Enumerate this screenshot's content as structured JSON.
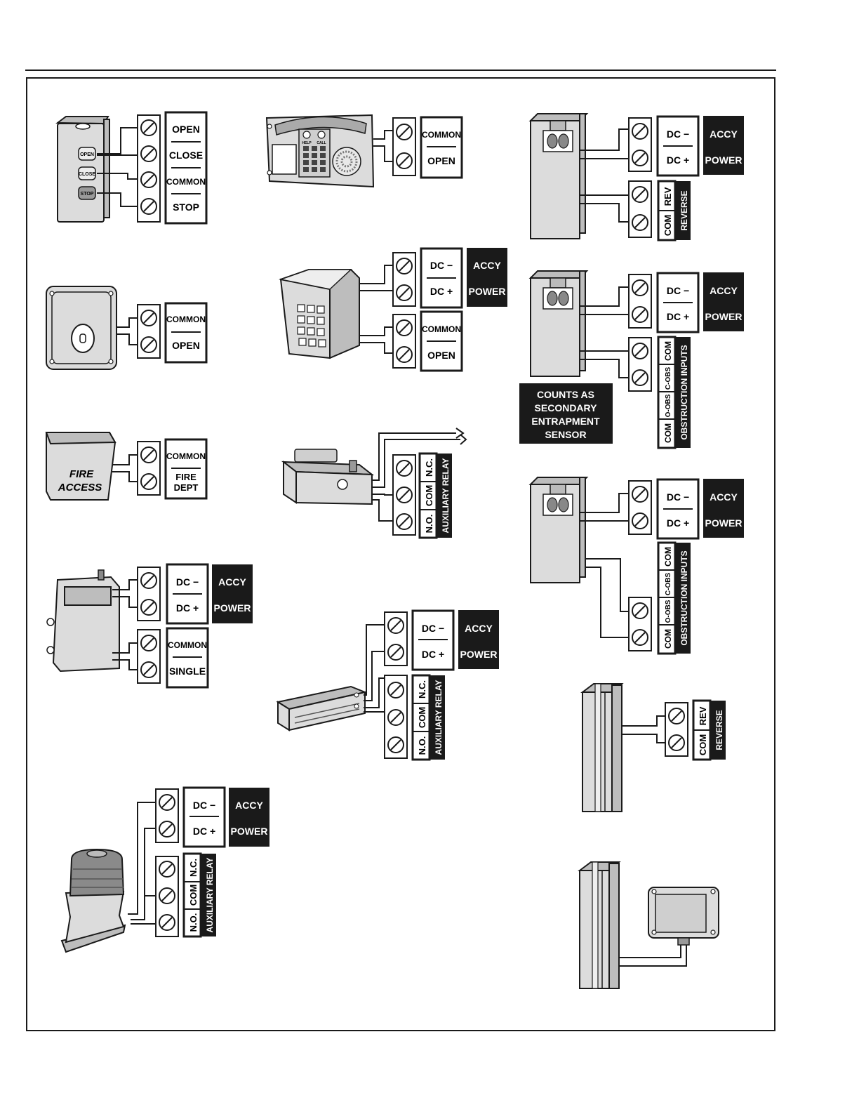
{
  "labels": {
    "open": "OPEN",
    "close": "CLOSE",
    "common": "COMMON",
    "stop": "STOP",
    "fire_dept_1": "FIRE",
    "fire_dept_2": "DEPT",
    "single": "SINGLE",
    "dc_minus": "DC −",
    "dc_plus": "DC +",
    "accy": "ACCY",
    "power": "POWER",
    "rev": "REV",
    "com": "COM",
    "reverse": "REVERSE",
    "c_obs": "C-OBS",
    "o_obs": "O-OBS",
    "obstruction_inputs": "OBSTRUCTION INPUTS",
    "nc": "N.C.",
    "no": "N.O.",
    "auxiliary_relay": "AUXILIARY RELAY"
  },
  "secondary_sensor_note": [
    "COUNTS AS",
    "SECONDARY",
    "ENTRAPMENT",
    "SENSOR"
  ],
  "device_text": {
    "station_open": "OPEN",
    "station_close": "CLOSE",
    "station_stop": "STOP",
    "fire_1": "FIRE",
    "fire_2": "ACCESS",
    "intercom_help": "HELP",
    "intercom_call": "CALL"
  }
}
